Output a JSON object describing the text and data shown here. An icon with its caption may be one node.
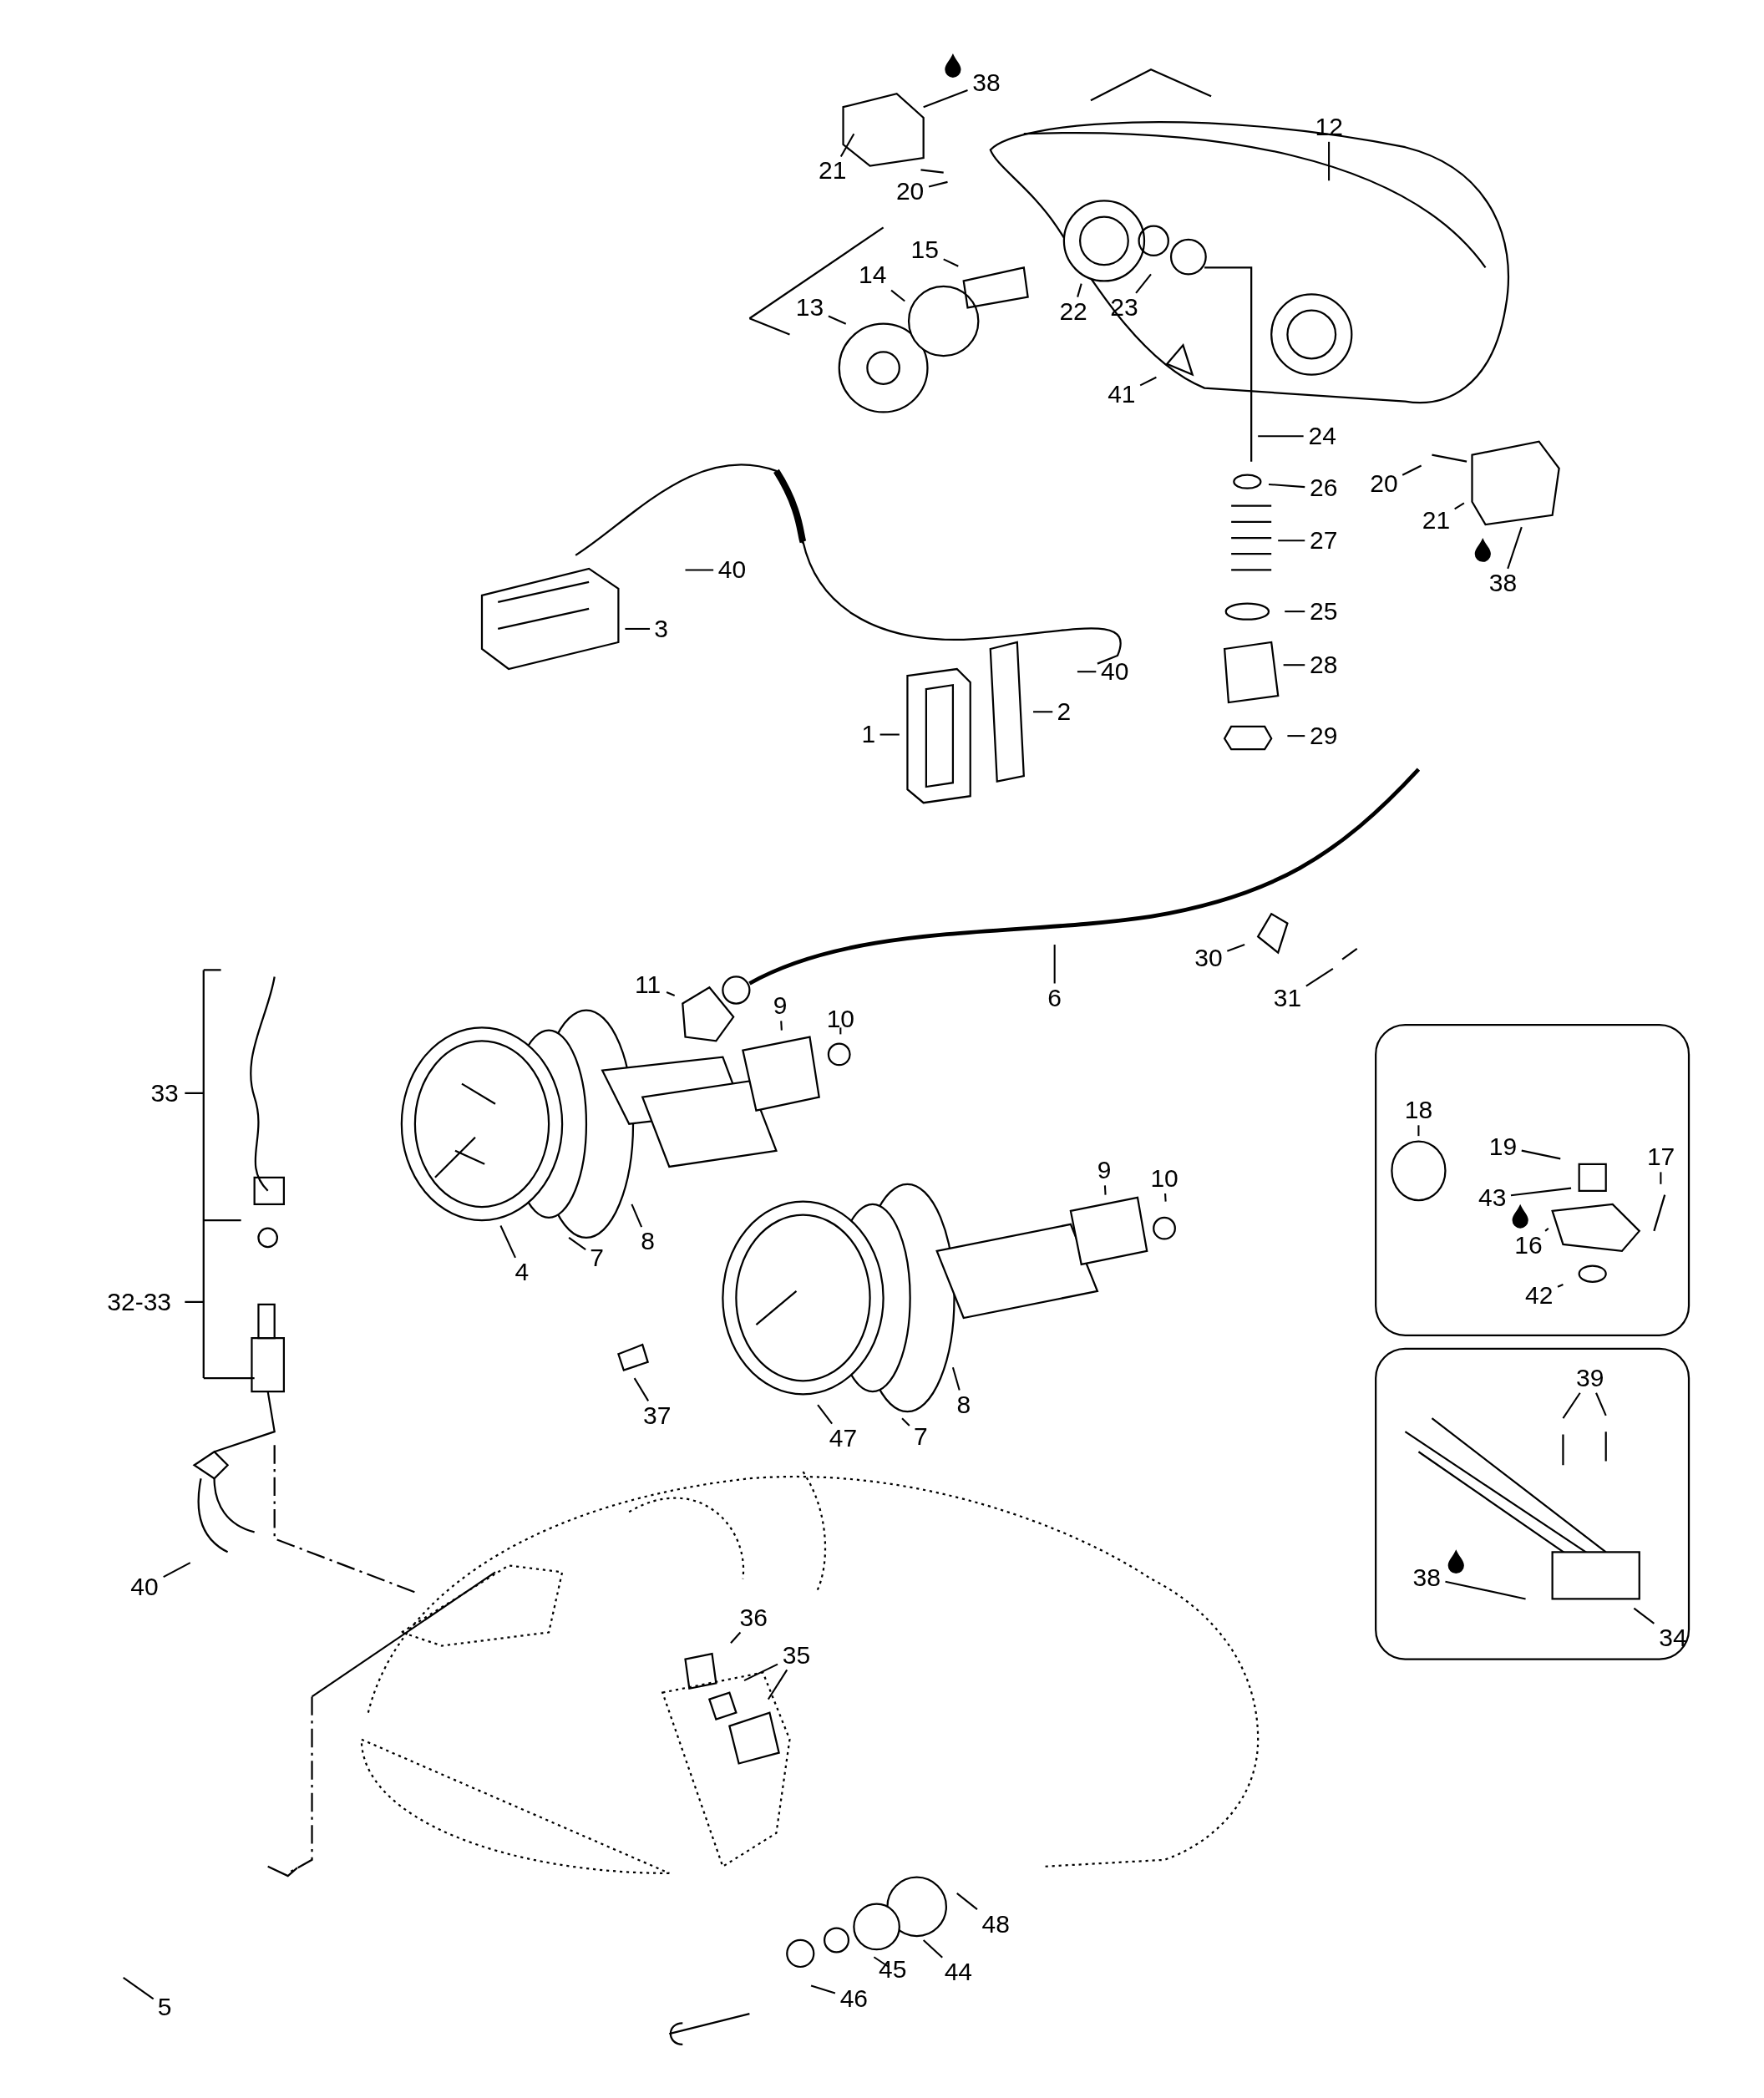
{
  "diagram": {
    "nodes": [
      {
        "text": [
          "38"
        ]
      },
      {
        "text": [
          "21"
        ]
      },
      {
        "text": [
          "20"
        ]
      },
      {
        "text": [
          "12"
        ]
      },
      {
        "text": [
          "15"
        ]
      },
      {
        "text": [
          "14"
        ]
      },
      {
        "text": [
          "13"
        ]
      },
      {
        "text": [
          "22"
        ]
      },
      {
        "text": [
          "23"
        ]
      },
      {
        "text": [
          "41"
        ]
      },
      {
        "text": [
          "24"
        ]
      },
      {
        "text": [
          "26"
        ]
      },
      {
        "text": [
          "20"
        ]
      },
      {
        "text": [
          "21"
        ]
      },
      {
        "text": [
          "27"
        ]
      },
      {
        "text": [
          "40"
        ]
      },
      {
        "text": [
          "38"
        ]
      },
      {
        "text": [
          "25"
        ]
      },
      {
        "text": [
          "3"
        ]
      },
      {
        "text": [
          "28"
        ]
      },
      {
        "text": [
          "40"
        ]
      },
      {
        "text": [
          "2"
        ]
      },
      {
        "text": [
          "1"
        ]
      },
      {
        "text": [
          "29"
        ]
      },
      {
        "text": [
          "30"
        ]
      },
      {
        "text": [
          "11"
        ]
      },
      {
        "text": [
          "6"
        ]
      },
      {
        "text": [
          "31"
        ]
      },
      {
        "text": [
          "9"
        ]
      },
      {
        "text": [
          "10"
        ]
      },
      {
        "text": [
          "18"
        ]
      },
      {
        "text": [
          "19"
        ]
      },
      {
        "text": [
          "17"
        ]
      },
      {
        "text": [
          "9"
        ]
      },
      {
        "text": [
          "10"
        ]
      },
      {
        "text": [
          "43"
        ]
      },
      {
        "text": [
          "16"
        ]
      },
      {
        "text": [
          "4"
        ]
      },
      {
        "text": [
          "7"
        ]
      },
      {
        "text": [
          "8"
        ]
      },
      {
        "text": [
          "42"
        ]
      },
      {
        "text": [
          "39"
        ]
      },
      {
        "text": [
          "7"
        ]
      },
      {
        "text": [
          "8"
        ]
      },
      {
        "text": [
          "37"
        ]
      },
      {
        "text": [
          "47"
        ]
      },
      {
        "text": [
          "38"
        ]
      },
      {
        "text": [
          "40"
        ]
      },
      {
        "text": [
          "34"
        ]
      },
      {
        "text": [
          "36"
        ]
      },
      {
        "text": [
          "35"
        ]
      },
      {
        "text": [
          "48"
        ]
      },
      {
        "text": [
          "44"
        ]
      },
      {
        "text": [
          "45"
        ]
      },
      {
        "text": [
          "46"
        ]
      },
      {
        "text": [
          "5"
        ]
      }
    ],
    "edges": [
      {
        "from": 0,
        "to": null,
        "arrow": "none"
      },
      {
        "from": 1,
        "to": null,
        "arrow": "none"
      },
      {
        "from": 2,
        "to": null,
        "arrow": "none"
      },
      {
        "from": 3,
        "to": null,
        "arrow": "none"
      },
      {
        "from": 4,
        "to": null,
        "arrow": "none"
      },
      {
        "from": 5,
        "to": null,
        "arrow": "none"
      },
      {
        "from": 6,
        "to": null,
        "arrow": "none"
      },
      {
        "from": 7,
        "to": null,
        "arrow": "none"
      },
      {
        "from": 8,
        "to": null,
        "arrow": "none"
      },
      {
        "from": 9,
        "to": null,
        "arrow": "none"
      },
      {
        "from": 10,
        "to": null,
        "arrow": "none"
      },
      {
        "from": 11,
        "to": null,
        "arrow": "none"
      },
      {
        "from": 12,
        "to": null,
        "arrow": "none"
      },
      {
        "from": 13,
        "to": null,
        "arrow": "none"
      },
      {
        "from": 14,
        "to": null,
        "arrow": "none"
      },
      {
        "from": 15,
        "to": null,
        "arrow": "none"
      },
      {
        "from": 16,
        "to": null,
        "arrow": "none"
      },
      {
        "from": 17,
        "to": null,
        "arrow": "none"
      },
      {
        "from": 18,
        "to": null,
        "arrow": "none"
      },
      {
        "from": 19,
        "to": null,
        "arrow": "none"
      },
      {
        "from": 20,
        "to": null,
        "arrow": "none"
      },
      {
        "from": 21,
        "to": null,
        "arrow": "none"
      },
      {
        "from": 22,
        "to": null,
        "arrow": "none"
      },
      {
        "from": 23,
        "to": null,
        "arrow": "none"
      },
      {
        "from": 24,
        "to": null,
        "arrow": "none"
      },
      {
        "from": 25,
        "to": null,
        "arrow": "none"
      },
      {
        "from": 26,
        "to": null,
        "arrow": "none"
      },
      {
        "from": 27,
        "to": null,
        "arrow": "none"
      },
      {
        "from": 28,
        "to": null,
        "arrow": "none"
      },
      {
        "from": 29,
        "to": null,
        "arrow": "none"
      },
      {
        "from": 30,
        "to": null,
        "arrow": "none"
      },
      {
        "from": 31,
        "to": null,
        "arrow": "none"
      },
      {
        "from": 32,
        "to": null,
        "arrow": "none"
      },
      {
        "from": 33,
        "to": null,
        "arrow": "none"
      },
      {
        "from": 34,
        "to": null,
        "arrow": "none"
      },
      {
        "from": 35,
        "to": null,
        "arrow": "none"
      },
      {
        "from": 36,
        "to": null,
        "arrow": "none"
      },
      {
        "from": 37,
        "to": null,
        "arrow": "none"
      },
      {
        "from": 38,
        "to": null,
        "arrow": "none"
      },
      {
        "from": 39,
        "to": null,
        "arrow": "none"
      },
      {
        "from": 40,
        "to": null,
        "arrow": "none"
      },
      {
        "from": 41,
        "to": null,
        "arrow": "none"
      },
      {
        "from": 41,
        "to": null,
        "arrow": "none"
      },
      {
        "from": 42,
        "to": null,
        "arrow": "none"
      },
      {
        "from": 43,
        "to": null,
        "arrow": "none"
      },
      {
        "from": 44,
        "to": null,
        "arrow": "none"
      },
      {
        "from": 45,
        "to": null,
        "arrow": "none"
      },
      {
        "from": 46,
        "to": null,
        "arrow": "none"
      },
      {
        "from": 47,
        "to": null,
        "arrow": "none"
      },
      {
        "from": 48,
        "to": null,
        "arrow": "none"
      },
      {
        "from": 49,
        "to": null,
        "arrow": "none"
      },
      {
        "from": 50,
        "to": null,
        "arrow": "none"
      },
      {
        "from": 50,
        "to": null,
        "arrow": "none"
      },
      {
        "from": 51,
        "to": null,
        "arrow": "none"
      },
      {
        "from": 52,
        "to": null,
        "arrow": "none"
      },
      {
        "from": 53,
        "to": null,
        "arrow": "none"
      },
      {
        "from": 54,
        "to": null,
        "arrow": "none"
      },
      {
        "from": 55,
        "to": null,
        "arrow": "none"
      }
    ],
    "labels": [
      "33",
      "32-33"
    ]
  }
}
